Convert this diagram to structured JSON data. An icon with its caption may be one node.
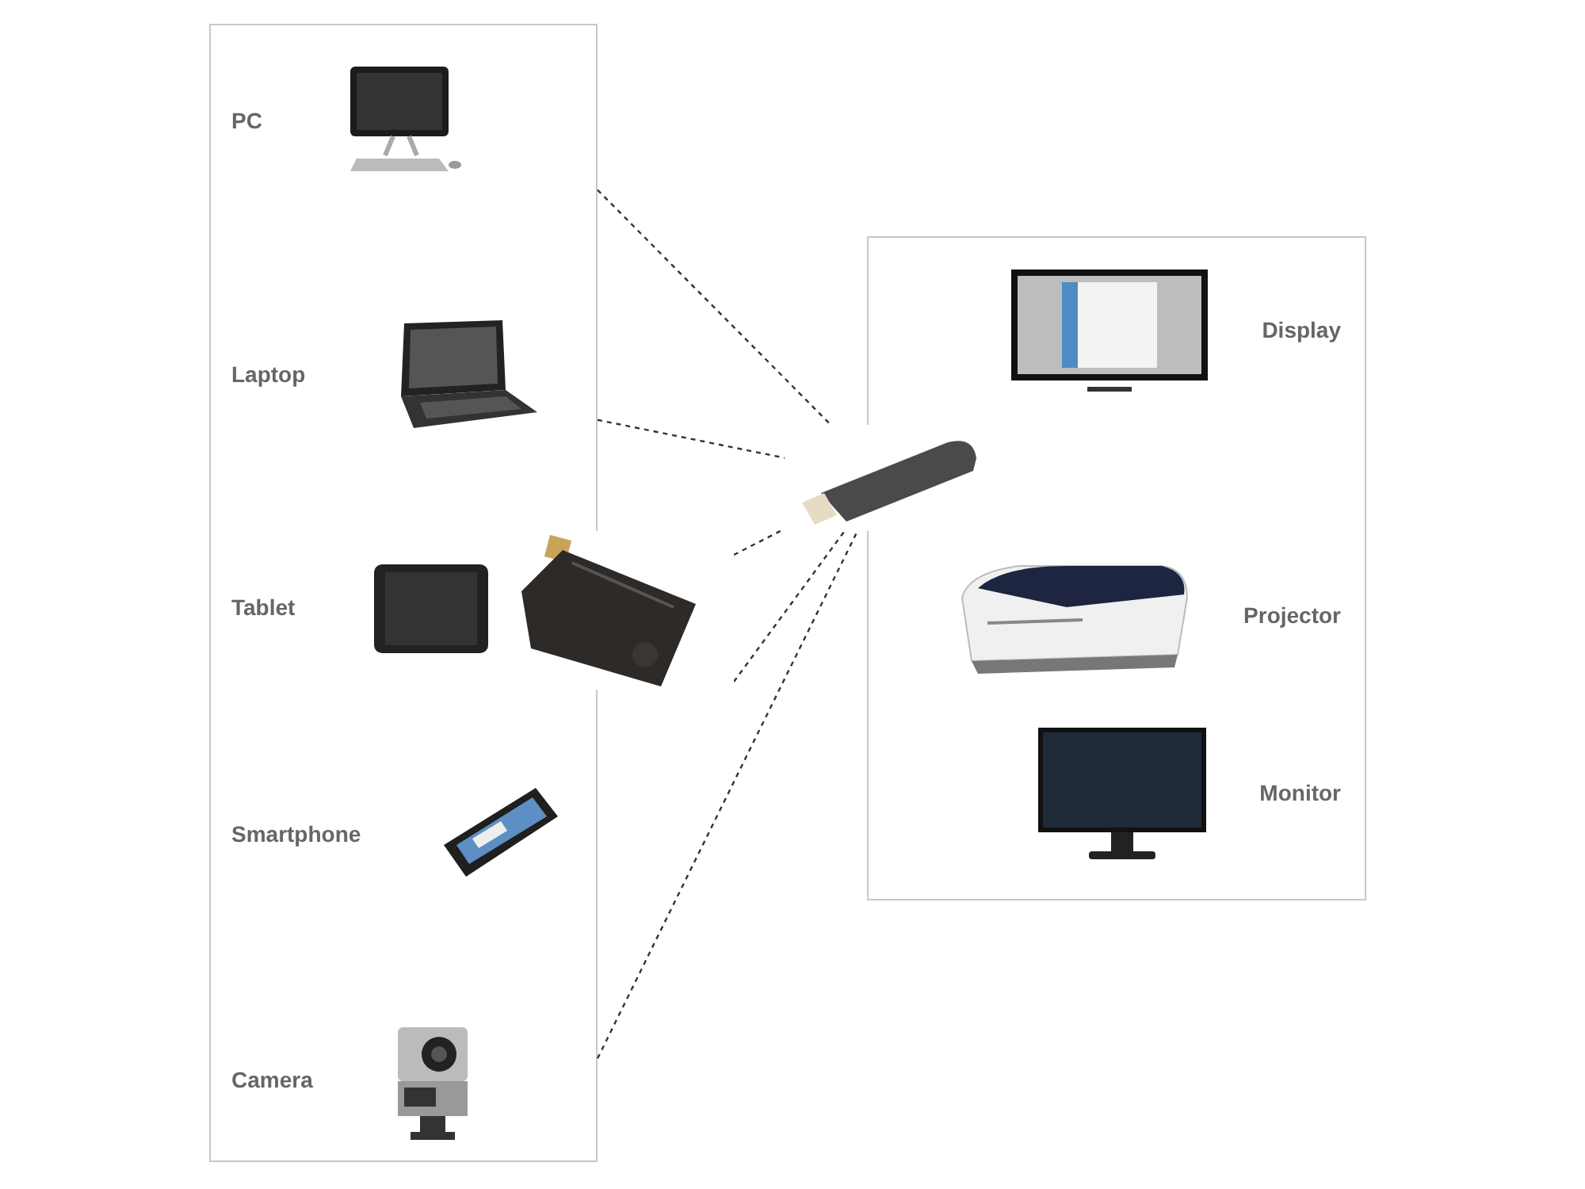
{
  "diagram": {
    "nodes": [
      {
        "text": [],
        "shape": "box"
      },
      {
        "text": [
          "PC"
        ],
        "in": 0
      },
      {
        "text": [
          "Laptop"
        ],
        "in": 0
      },
      {
        "text": [
          "Tablet"
        ],
        "in": 0
      },
      {
        "text": [
          "Smartphone"
        ],
        "in": 0
      },
      {
        "text": [
          "Camera"
        ],
        "in": 0
      },
      {
        "text": [],
        "shape": "picture"
      },
      {
        "text": [],
        "shape": "picture"
      },
      {
        "text": [],
        "shape": "box"
      },
      {
        "text": [
          "Display"
        ],
        "in": 8
      },
      {
        "text": [
          "Projector"
        ],
        "in": 8
      },
      {
        "text": [
          "Monitor"
        ],
        "in": 8
      }
    ],
    "edges": [
      {
        "from": 0,
        "to": 7,
        "arrow": "none",
        "style": "dashed"
      },
      {
        "from": 0,
        "to": 7,
        "arrow": "none",
        "style": "dashed"
      },
      {
        "from": 6,
        "to": 7,
        "arrow": "none",
        "style": "dashed"
      },
      {
        "from": 6,
        "to": 7,
        "arrow": "none",
        "style": "dashed"
      },
      {
        "from": 0,
        "to": 7,
        "arrow": "none",
        "style": "dashed"
      }
    ]
  }
}
